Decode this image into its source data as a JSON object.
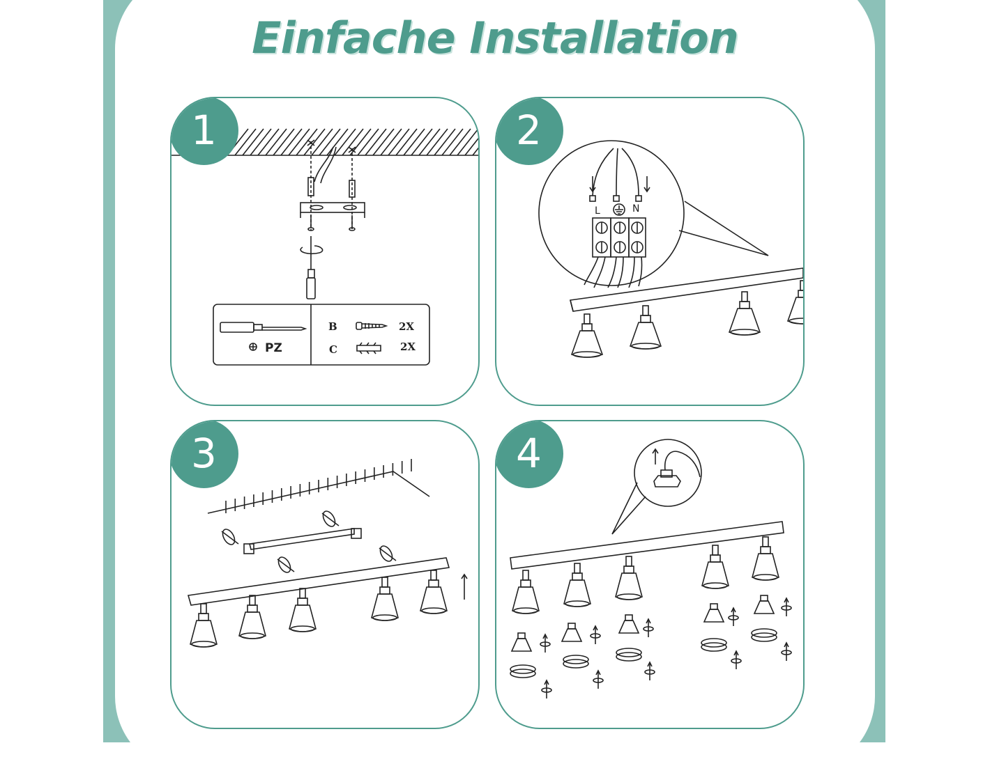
{
  "title": "Einfache Installation",
  "colors": {
    "accent": "#4e9c8d",
    "frame": "#8cc1b8",
    "line": "#222222"
  },
  "steps": [
    {
      "number": "1"
    },
    {
      "number": "2"
    },
    {
      "number": "3"
    },
    {
      "number": "4"
    }
  ],
  "step1": {
    "tool_label": "PZ",
    "parts": [
      {
        "letter": "B",
        "qty": "2X"
      },
      {
        "letter": "C",
        "qty": "2X"
      }
    ]
  },
  "step2": {
    "terminals": [
      "L",
      "N"
    ]
  }
}
